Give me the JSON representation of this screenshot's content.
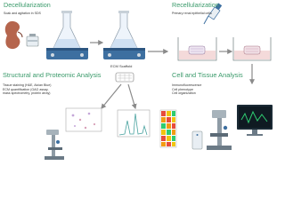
{
  "sections": {
    "decellularization": {
      "title": "Decellularization",
      "subtitle": "Soak and agitation in SDS"
    },
    "recellularization": {
      "title": "Recellularization",
      "subtitle": "Primary renal epithelial cells"
    },
    "structural": {
      "title": "Structural and Proteomic Analysis",
      "lines": [
        "Tissue staining (H&E, Alcian Blue)",
        "ECM quantification (GAG assay,",
        "mass spectrometry, protein array)"
      ]
    },
    "cell_tissue": {
      "title": "Cell and Tissue Analysis",
      "lines": [
        "Immunofluorescence",
        "Cell phenotype",
        "Cell organization"
      ]
    }
  },
  "scaffold_label": "ECM Scaffold",
  "colors": {
    "heading": "#3a9a6a",
    "kidney": "#b5654d",
    "stirrer": "#3d6fa0",
    "arrow": "#8a8a8a",
    "liquid_blue": "#cfe0f2",
    "liquid_red": "#f4dada"
  },
  "icons": [
    "kidney-icon",
    "sds-bottle-icon",
    "flask-on-stirrer-icon",
    "pipette-icon",
    "culture-dish-icon",
    "microscope-icon",
    "fluorescence-monitor-icon",
    "histology-image-icon",
    "mass-spectrum-icon",
    "protein-array-icon"
  ]
}
